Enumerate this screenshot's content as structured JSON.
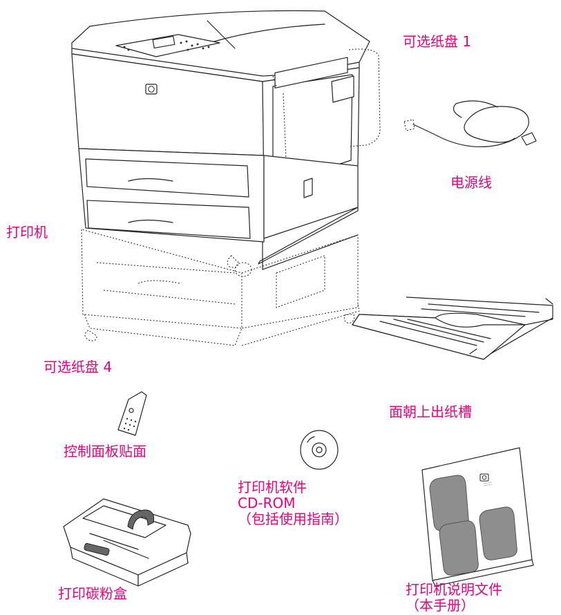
{
  "colors": {
    "label": "#e6007e",
    "line": "#222222",
    "panel_grey": "#8e8e8e"
  },
  "labels": {
    "optional_tray1": "可选纸盘 1",
    "power_cord": "电源线",
    "printer": "打印机",
    "optional_tray4": "可选纸盘 4",
    "face_up_bin": "面朝上出纸槽",
    "control_panel_overlay": "控制面板贴面",
    "software_cd": [
      "打印机软件",
      "CD-ROM",
      "（包括使用指南）"
    ],
    "toner_cartridge": "打印碳粉盒",
    "documentation": [
      "打印机说明文件",
      "（本手册）"
    ]
  },
  "icons": {
    "brand_logo": "hp-logo-icon"
  }
}
